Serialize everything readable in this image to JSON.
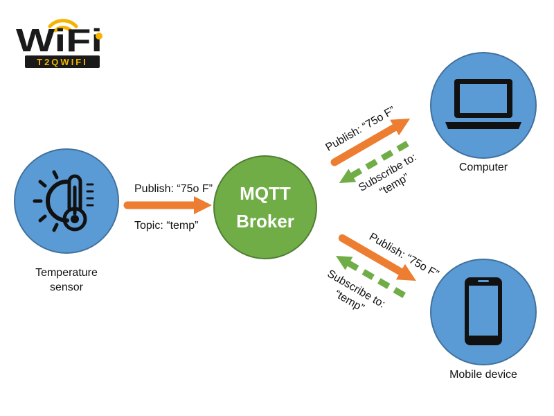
{
  "logo": {
    "wordmark": "WiFi",
    "tagline": "T2QWIFI",
    "colors": {
      "ink": "#1a1a1a",
      "accent": "#f5b400"
    }
  },
  "colors": {
    "node_fill": "#5b9bd5",
    "node_stroke": "#41719c",
    "broker_fill": "#70ad47",
    "broker_stroke": "#507e32",
    "publish_arrow": "#ed7d31",
    "subscribe_arrow": "#70ad47",
    "icon_ink": "#111111"
  },
  "nodes": {
    "sensor": {
      "label_line1": "Temperature",
      "label_line2": "sensor",
      "icon": "thermometer-sun-icon"
    },
    "broker": {
      "label_line1": "MQTT",
      "label_line2": "Broker"
    },
    "computer": {
      "label": "Computer",
      "icon": "laptop-icon"
    },
    "mobile": {
      "label": "Mobile device",
      "icon": "smartphone-icon"
    }
  },
  "edges": {
    "sensor_to_broker": {
      "publish": "Publish: “75o F”",
      "topic": "Topic: “temp”"
    },
    "broker_to_computer": {
      "publish": "Publish: “75o F”",
      "subscribe_line1": "Subscribe to:",
      "subscribe_line2": "“temp”"
    },
    "broker_to_mobile": {
      "publish": "Publish: “75o F”",
      "subscribe_line1": "Subscribe to:",
      "subscribe_line2": "“temp”"
    }
  }
}
